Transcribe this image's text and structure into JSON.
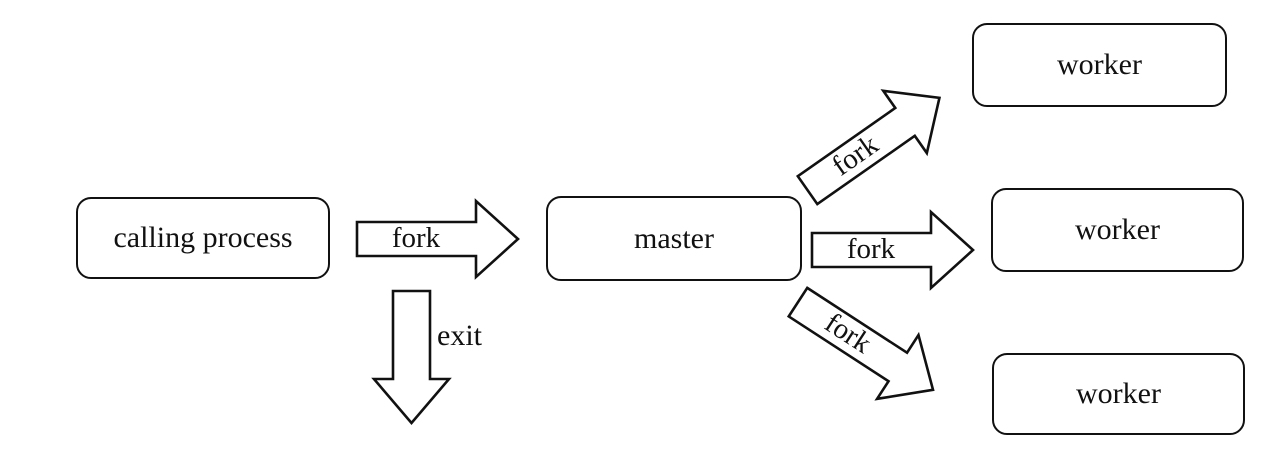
{
  "diagram": {
    "nodes": [
      {
        "id": "calling-process",
        "label": "calling process"
      },
      {
        "id": "master",
        "label": "master"
      },
      {
        "id": "worker-top",
        "label": "worker"
      },
      {
        "id": "worker-middle",
        "label": "worker"
      },
      {
        "id": "worker-bottom",
        "label": "worker"
      }
    ],
    "arrows": [
      {
        "id": "fork-calling-to-master",
        "label": "fork",
        "direction": "right"
      },
      {
        "id": "exit-from-fork",
        "label": "exit",
        "direction": "down"
      },
      {
        "id": "fork-master-to-worker-top",
        "label": "fork",
        "direction": "up-right"
      },
      {
        "id": "fork-master-to-worker-middle",
        "label": "fork",
        "direction": "right"
      },
      {
        "id": "fork-master-to-worker-bottom",
        "label": "fork",
        "direction": "down-right"
      }
    ],
    "colors": {
      "stroke": "#111111",
      "fill": "#ffffff",
      "background": "#ffffff"
    }
  }
}
